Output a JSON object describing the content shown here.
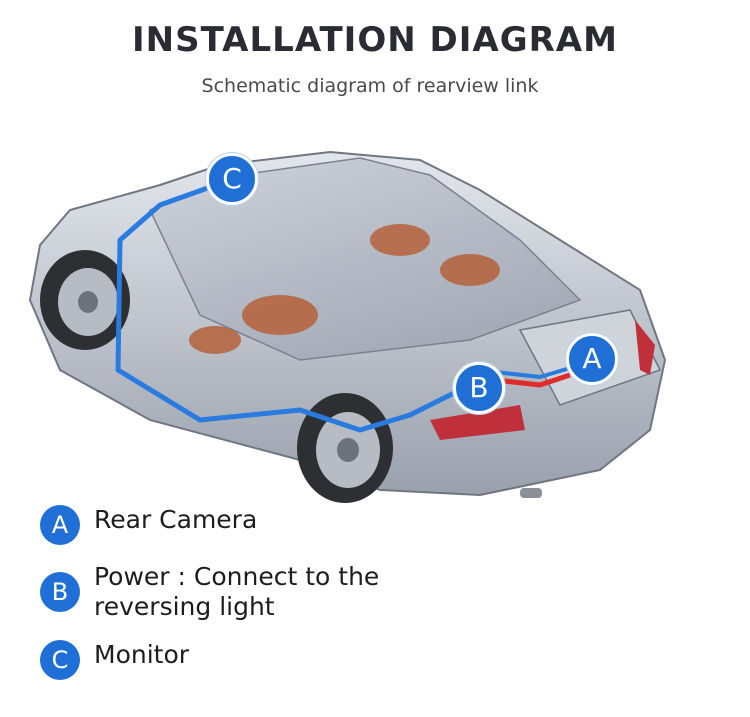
{
  "header": {
    "title": "INSTALLATION DIAGRAM",
    "subtitle": "Schematic diagram of rearview link"
  },
  "markers": {
    "a": "A",
    "b": "B",
    "c": "C"
  },
  "legend": {
    "items": [
      {
        "letter": "A",
        "text": "Rear Camera"
      },
      {
        "letter": "B",
        "text": "Power : Connect to the reversing light"
      },
      {
        "letter": "C",
        "text": "Monitor"
      }
    ]
  },
  "colors": {
    "accent": "#1f6fd6",
    "wire_blue": "#2a7be0",
    "wire_red": "#e02b2b",
    "title": "#2b2b33"
  }
}
